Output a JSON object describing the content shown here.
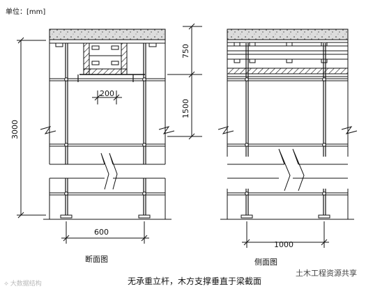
{
  "unit_label": "单位：[mm]",
  "dims": {
    "height_total": "3000",
    "beam_zone": "750",
    "stand_spacing": "1500",
    "beam_width": "200",
    "span_section": "600",
    "span_side": "1000"
  },
  "views": {
    "section_title": "断面图",
    "side_title": "侧面图"
  },
  "caption": "无承重立杆，木方支撑垂直于梁截面",
  "watermarks": {
    "left": "⟡ 大数据结构",
    "right": "土木工程资源共享"
  },
  "colors": {
    "ink": "#111111",
    "slab": "#dcdcdc",
    "watermark": "#b9b9b9"
  }
}
